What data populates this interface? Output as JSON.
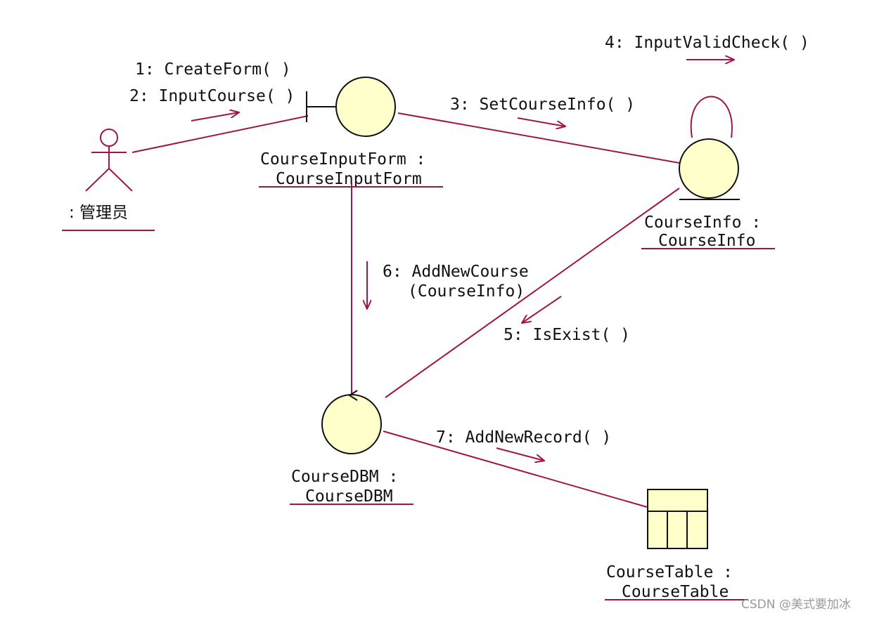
{
  "diagram": {
    "colors": {
      "line": "#a0144a",
      "object_fill": "#ffffcc",
      "text": "#111111"
    },
    "objects": {
      "actor": {
        "label": ": 管理员"
      },
      "form": {
        "label_line1": "CourseInputForm :",
        "label_line2": "CourseInputForm"
      },
      "info": {
        "label_line1": "CourseInfo :",
        "label_line2": "CourseInfo"
      },
      "dbm": {
        "label_line1": "CourseDBM :",
        "label_line2": "CourseDBM"
      },
      "table": {
        "label_line1": "CourseTable :",
        "label_line2": "CourseTable"
      }
    },
    "messages": {
      "m1": "1: CreateForm( )",
      "m2": "2: InputCourse( )",
      "m3": "3: SetCourseInfo( )",
      "m4": "4: InputValidCheck( )",
      "m5": "5: IsExist( )",
      "m6_line1": "6: AddNewCourse",
      "m6_line2": "(CourseInfo)",
      "m7": "7: AddNewRecord( )"
    }
  },
  "watermark": "CSDN @美式要加冰"
}
